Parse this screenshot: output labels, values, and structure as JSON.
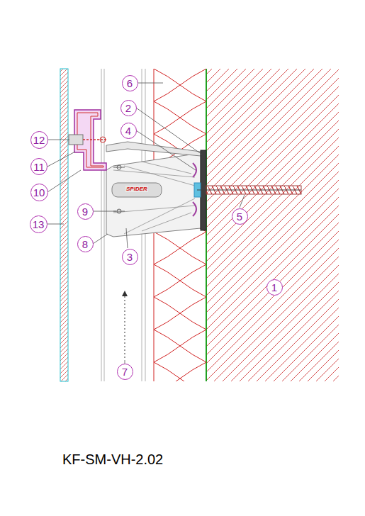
{
  "diagram": {
    "caption": "KF-SM-VH-2.02",
    "nodes": [
      {
        "text": [
          "6"
        ]
      },
      {
        "text": [
          "2"
        ]
      },
      {
        "text": [
          "4"
        ]
      },
      {
        "text": [
          "12"
        ]
      },
      {
        "text": [
          "11"
        ]
      },
      {
        "text": [
          "10"
        ]
      },
      {
        "text": [
          "9"
        ]
      },
      {
        "text": [
          "13"
        ]
      },
      {
        "text": [
          "8"
        ]
      },
      {
        "text": [
          "3"
        ]
      },
      {
        "text": [
          "5"
        ]
      },
      {
        "text": [
          "1"
        ]
      },
      {
        "text": [
          "7"
        ]
      }
    ],
    "labels": [
      "SPIDER"
    ]
  }
}
